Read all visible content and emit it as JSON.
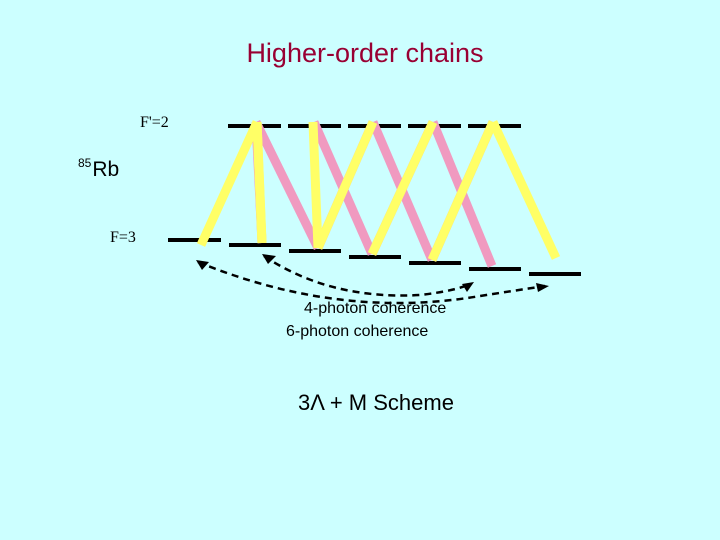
{
  "title": "Higher-order chains",
  "labels": {
    "upper_level": "F'=2",
    "lower_level": "F=3",
    "isotope_mass": "85",
    "element": "Rb",
    "coherence_4": "4-photon coherence",
    "coherence_6": "6-photon coherence",
    "scheme": "3Λ + M  Scheme"
  },
  "colors": {
    "background": "#ccffff",
    "title": "#990033",
    "yellow_beam": "#ffff66",
    "pink_beam": "#f09ac0",
    "levels": "#000000"
  }
}
